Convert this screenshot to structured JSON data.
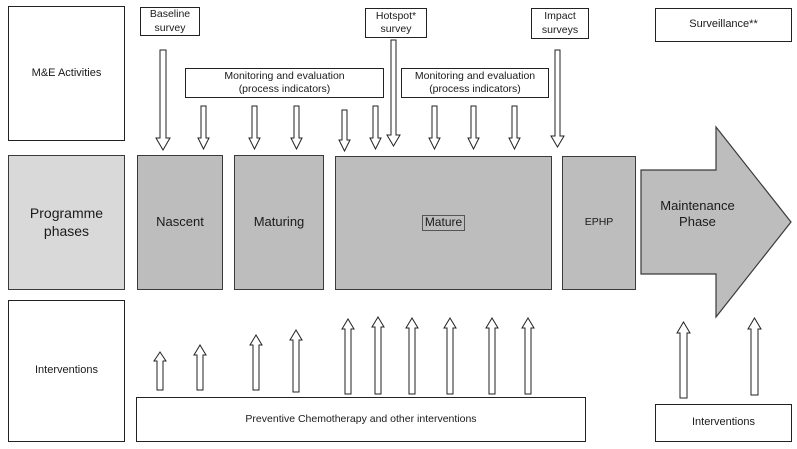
{
  "rows": {
    "me_activities": "M&E Activities",
    "programme_phases": "Programme\nphases",
    "interventions": "Interventions"
  },
  "me": {
    "baseline": "Baseline\nsurvey",
    "hotspot": "Hotspot*\nsurvey",
    "impact": "Impact\nsurveys",
    "surveillance": "Surveillance**",
    "monitoring_1": "Monitoring and evaluation\n(process indicators)",
    "monitoring_2": "Monitoring and evaluation\n(process indicators)"
  },
  "phases": {
    "nascent": "Nascent",
    "maturing": "Maturing",
    "mature": "Mature",
    "ephp": "EPHP",
    "maintenance": "Maintenance\nPhase"
  },
  "interventions": {
    "pc": "Preventive Chemotherapy and other  interventions",
    "right": "Interventions"
  },
  "colors": {
    "phase_fill": "#bdbdbd",
    "label_fill": "#d9d9d9",
    "border": "#222222"
  }
}
